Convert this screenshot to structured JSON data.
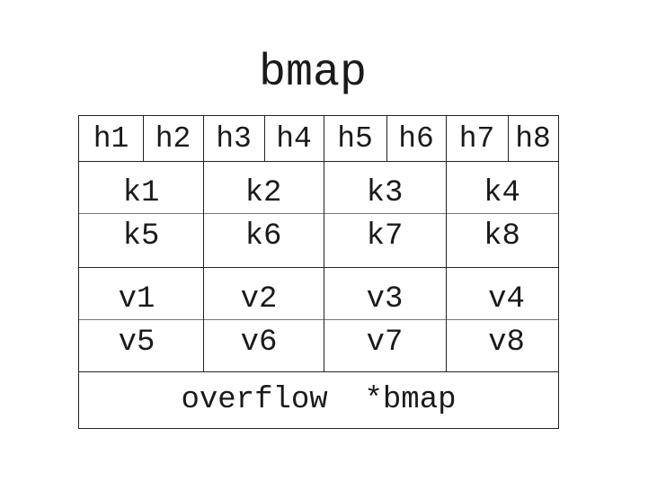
{
  "title": "bmap",
  "tophash": [
    "h1",
    "h2",
    "h3",
    "h4",
    "h5",
    "h6",
    "h7",
    "h8"
  ],
  "keys": [
    "k1",
    "k2",
    "k3",
    "k4",
    "k5",
    "k6",
    "k7",
    "k8"
  ],
  "values": [
    "v1",
    "v2",
    "v3",
    "v4",
    "v5",
    "v6",
    "v7",
    "v8"
  ],
  "overflow": "overflow  *bmap"
}
